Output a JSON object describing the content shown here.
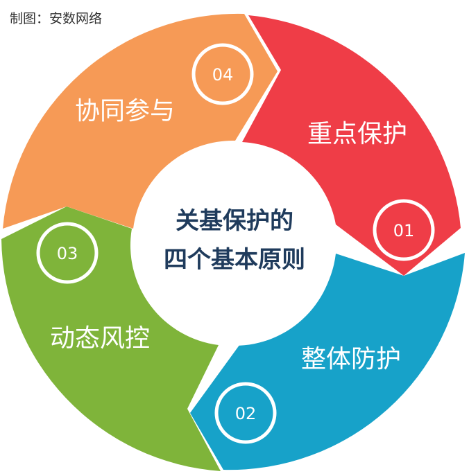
{
  "credit": "制图：安数网络",
  "center": {
    "line1": "关基保护的",
    "line2": "四个基本原则"
  },
  "segments": [
    {
      "number": "01",
      "label": "重点保护",
      "color": "#ef3d47"
    },
    {
      "number": "02",
      "label": "整体防护",
      "color": "#17a2c9"
    },
    {
      "number": "03",
      "label": "动态风控",
      "color": "#7fb43a"
    },
    {
      "number": "04",
      "label": "协同参与",
      "color": "#f69a56"
    }
  ]
}
